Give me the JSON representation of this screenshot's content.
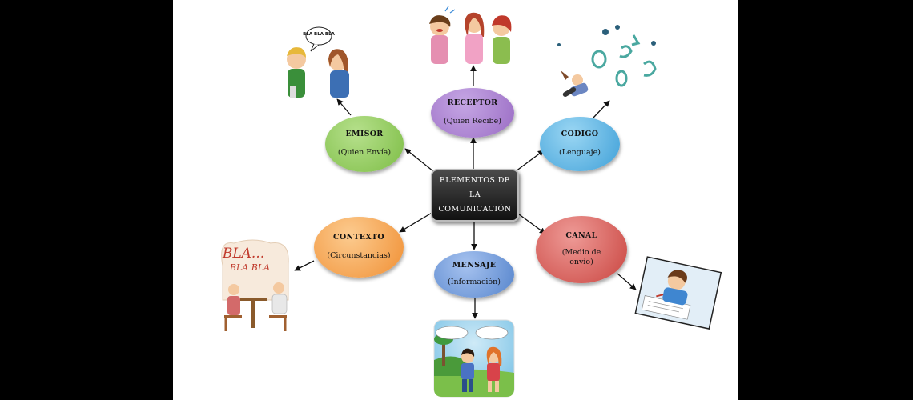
{
  "center": {
    "line1": "ELEMENTOS DE",
    "line2": "LA",
    "line3": "COMUNICACIÓN"
  },
  "nodes": {
    "receptor": {
      "title": "RECEPTOR",
      "subtitle": "(Quien Recibe)",
      "color": "#a97fcf"
    },
    "emisor": {
      "title": "EMISOR",
      "subtitle": "(Quien Envía)",
      "color": "#8fc85a"
    },
    "codigo": {
      "title": "CODIGO",
      "subtitle": "(Lenguaje)",
      "color": "#55aee0"
    },
    "contexto": {
      "title": "CONTEXTO",
      "subtitle": "(Circunstancias)",
      "color": "#f5a24e"
    },
    "canal": {
      "title": "CANAL",
      "subtitle": "(Medio de",
      "subtitle2": "envío)",
      "color": "#d5605c"
    },
    "mensaje": {
      "title": "MENSAJE",
      "subtitle": "(Información)",
      "color": "#6a96d6"
    }
  },
  "illustrations": {
    "emisor_bubble": "BLA BLA BLA",
    "contexto_sign_1": "BLA...",
    "contexto_sign_2": "BLA BLA"
  }
}
